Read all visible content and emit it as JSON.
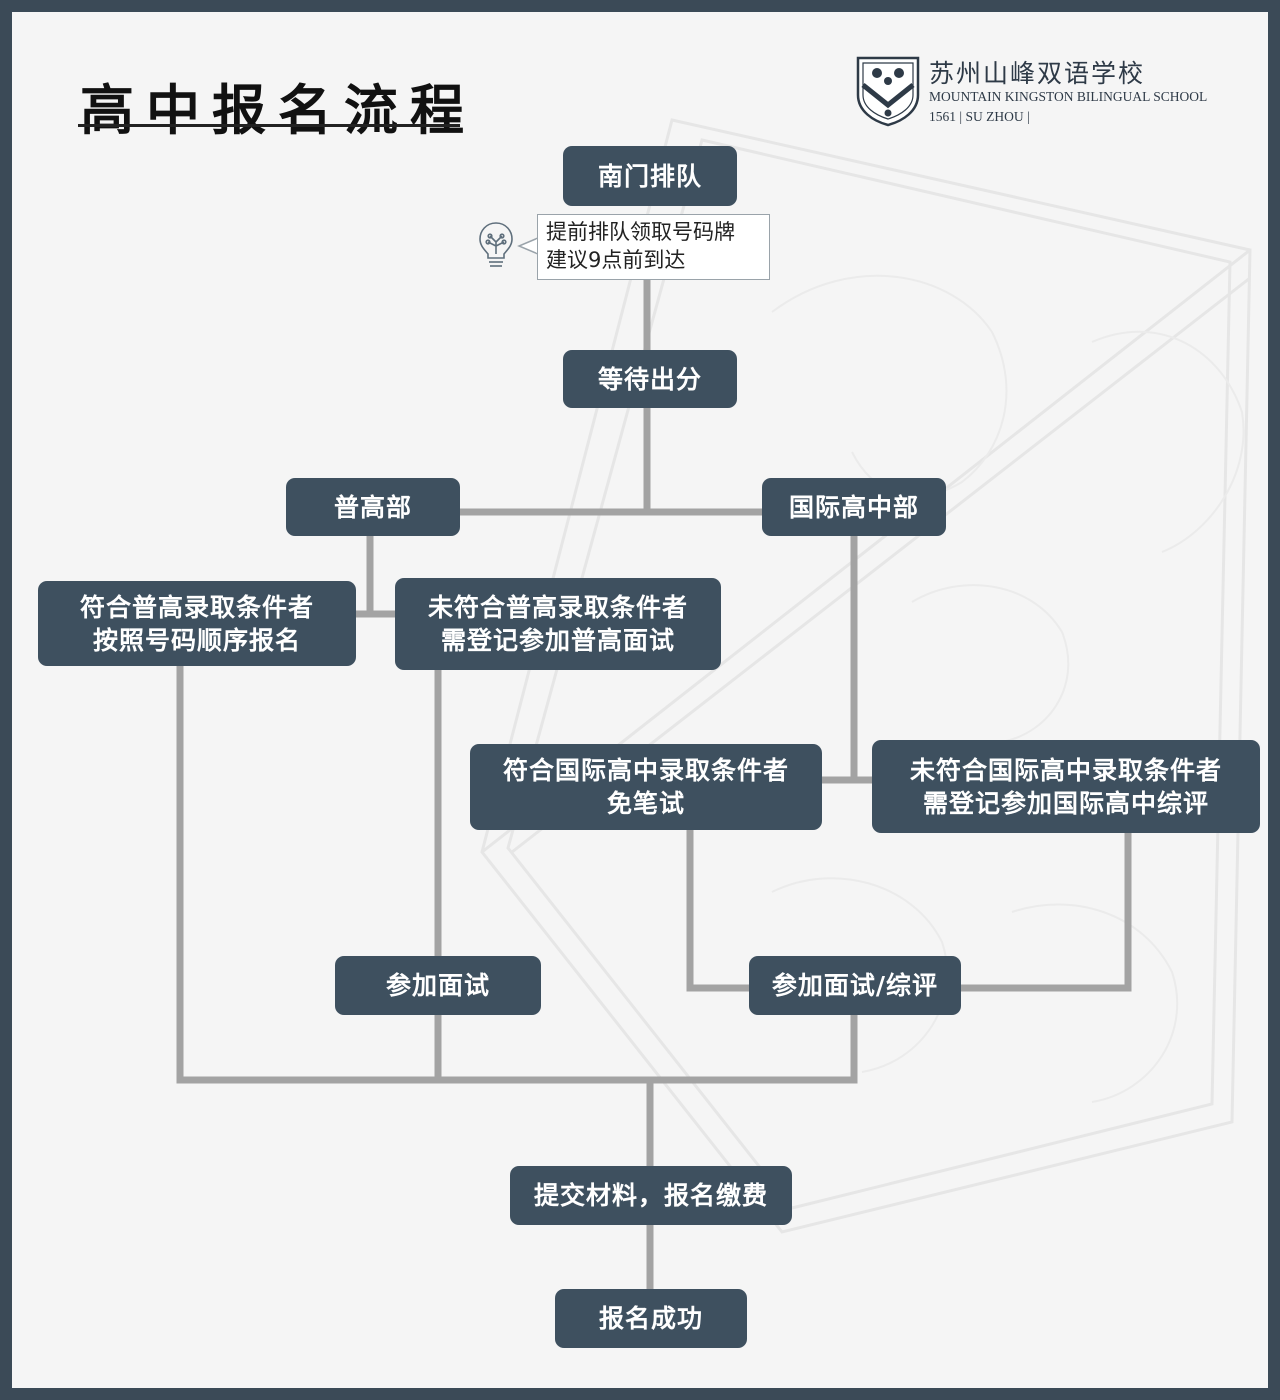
{
  "page": {
    "title": "高中报名流程"
  },
  "school": {
    "name_cn": "苏州山峰双语学校",
    "name_en": "MOUNTAIN KINGSTON BILINGUAL SCHOOL",
    "city_line": "1561 | SU ZHOU |"
  },
  "colors": {
    "node_fill": "#3e505f",
    "connector": "#a3a3a3",
    "frame": "#3b4a57",
    "background": "#f5f5f5"
  },
  "nodes": {
    "queue": "南门排队",
    "wait_score": "等待出分",
    "general_dept": "普高部",
    "intl_dept": "国际高中部",
    "general_qualified": [
      "符合普高录取条件者",
      "按照号码顺序报名"
    ],
    "general_unqualified": [
      "未符合普高录取条件者",
      "需登记参加普高面试"
    ],
    "intl_qualified": [
      "符合国际高中录取条件者",
      "免笔试"
    ],
    "intl_unqualified": [
      "未符合国际高中录取条件者",
      "需登记参加国际高中综评"
    ],
    "interview": "参加面试",
    "interview_review": "参加面试/综评",
    "submit": "提交材料，报名缴费",
    "success": "报名成功"
  },
  "tip": {
    "icon": "lightbulb-icon",
    "lines": [
      "提前排队领取号码牌",
      "建议9点前到达"
    ]
  }
}
